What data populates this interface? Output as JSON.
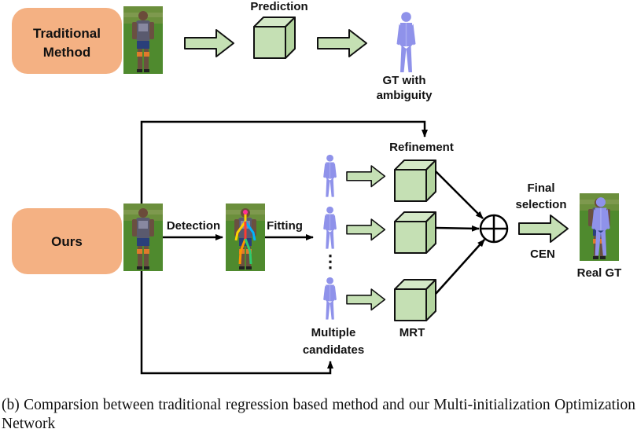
{
  "colors": {
    "pill": "#f4b183",
    "green": "#c5e0b4",
    "green_stroke": "#111111",
    "body_mesh": "#8f92ea",
    "grass": "#4f8a2e",
    "arrow": "#000000"
  },
  "pills": {
    "traditional": [
      "Traditional",
      "Method"
    ],
    "ours": "Ours"
  },
  "labels": {
    "prediction": "Prediction",
    "gt_ambiguity": [
      "GT with",
      "ambiguity"
    ],
    "refinement": "Refinement",
    "detection": "Detection",
    "fitting": "Fitting",
    "final_selection": [
      "Final",
      "selection"
    ],
    "cen": "CEN",
    "real_gt": "Real GT",
    "multiple_candidates": [
      "Multiple",
      "candidates"
    ],
    "mrt": "MRT",
    "dots": "⋮"
  },
  "icons": {
    "photo": "person-photo-icon",
    "keypoints": "keypoint-skeleton-icon",
    "mesh": "human-mesh-icon",
    "cube": "cube-icon",
    "sum": "circled-plus-icon"
  },
  "caption": "(b)  Comparsion between traditional regression based method and our Multi-initialization Optimization Network"
}
